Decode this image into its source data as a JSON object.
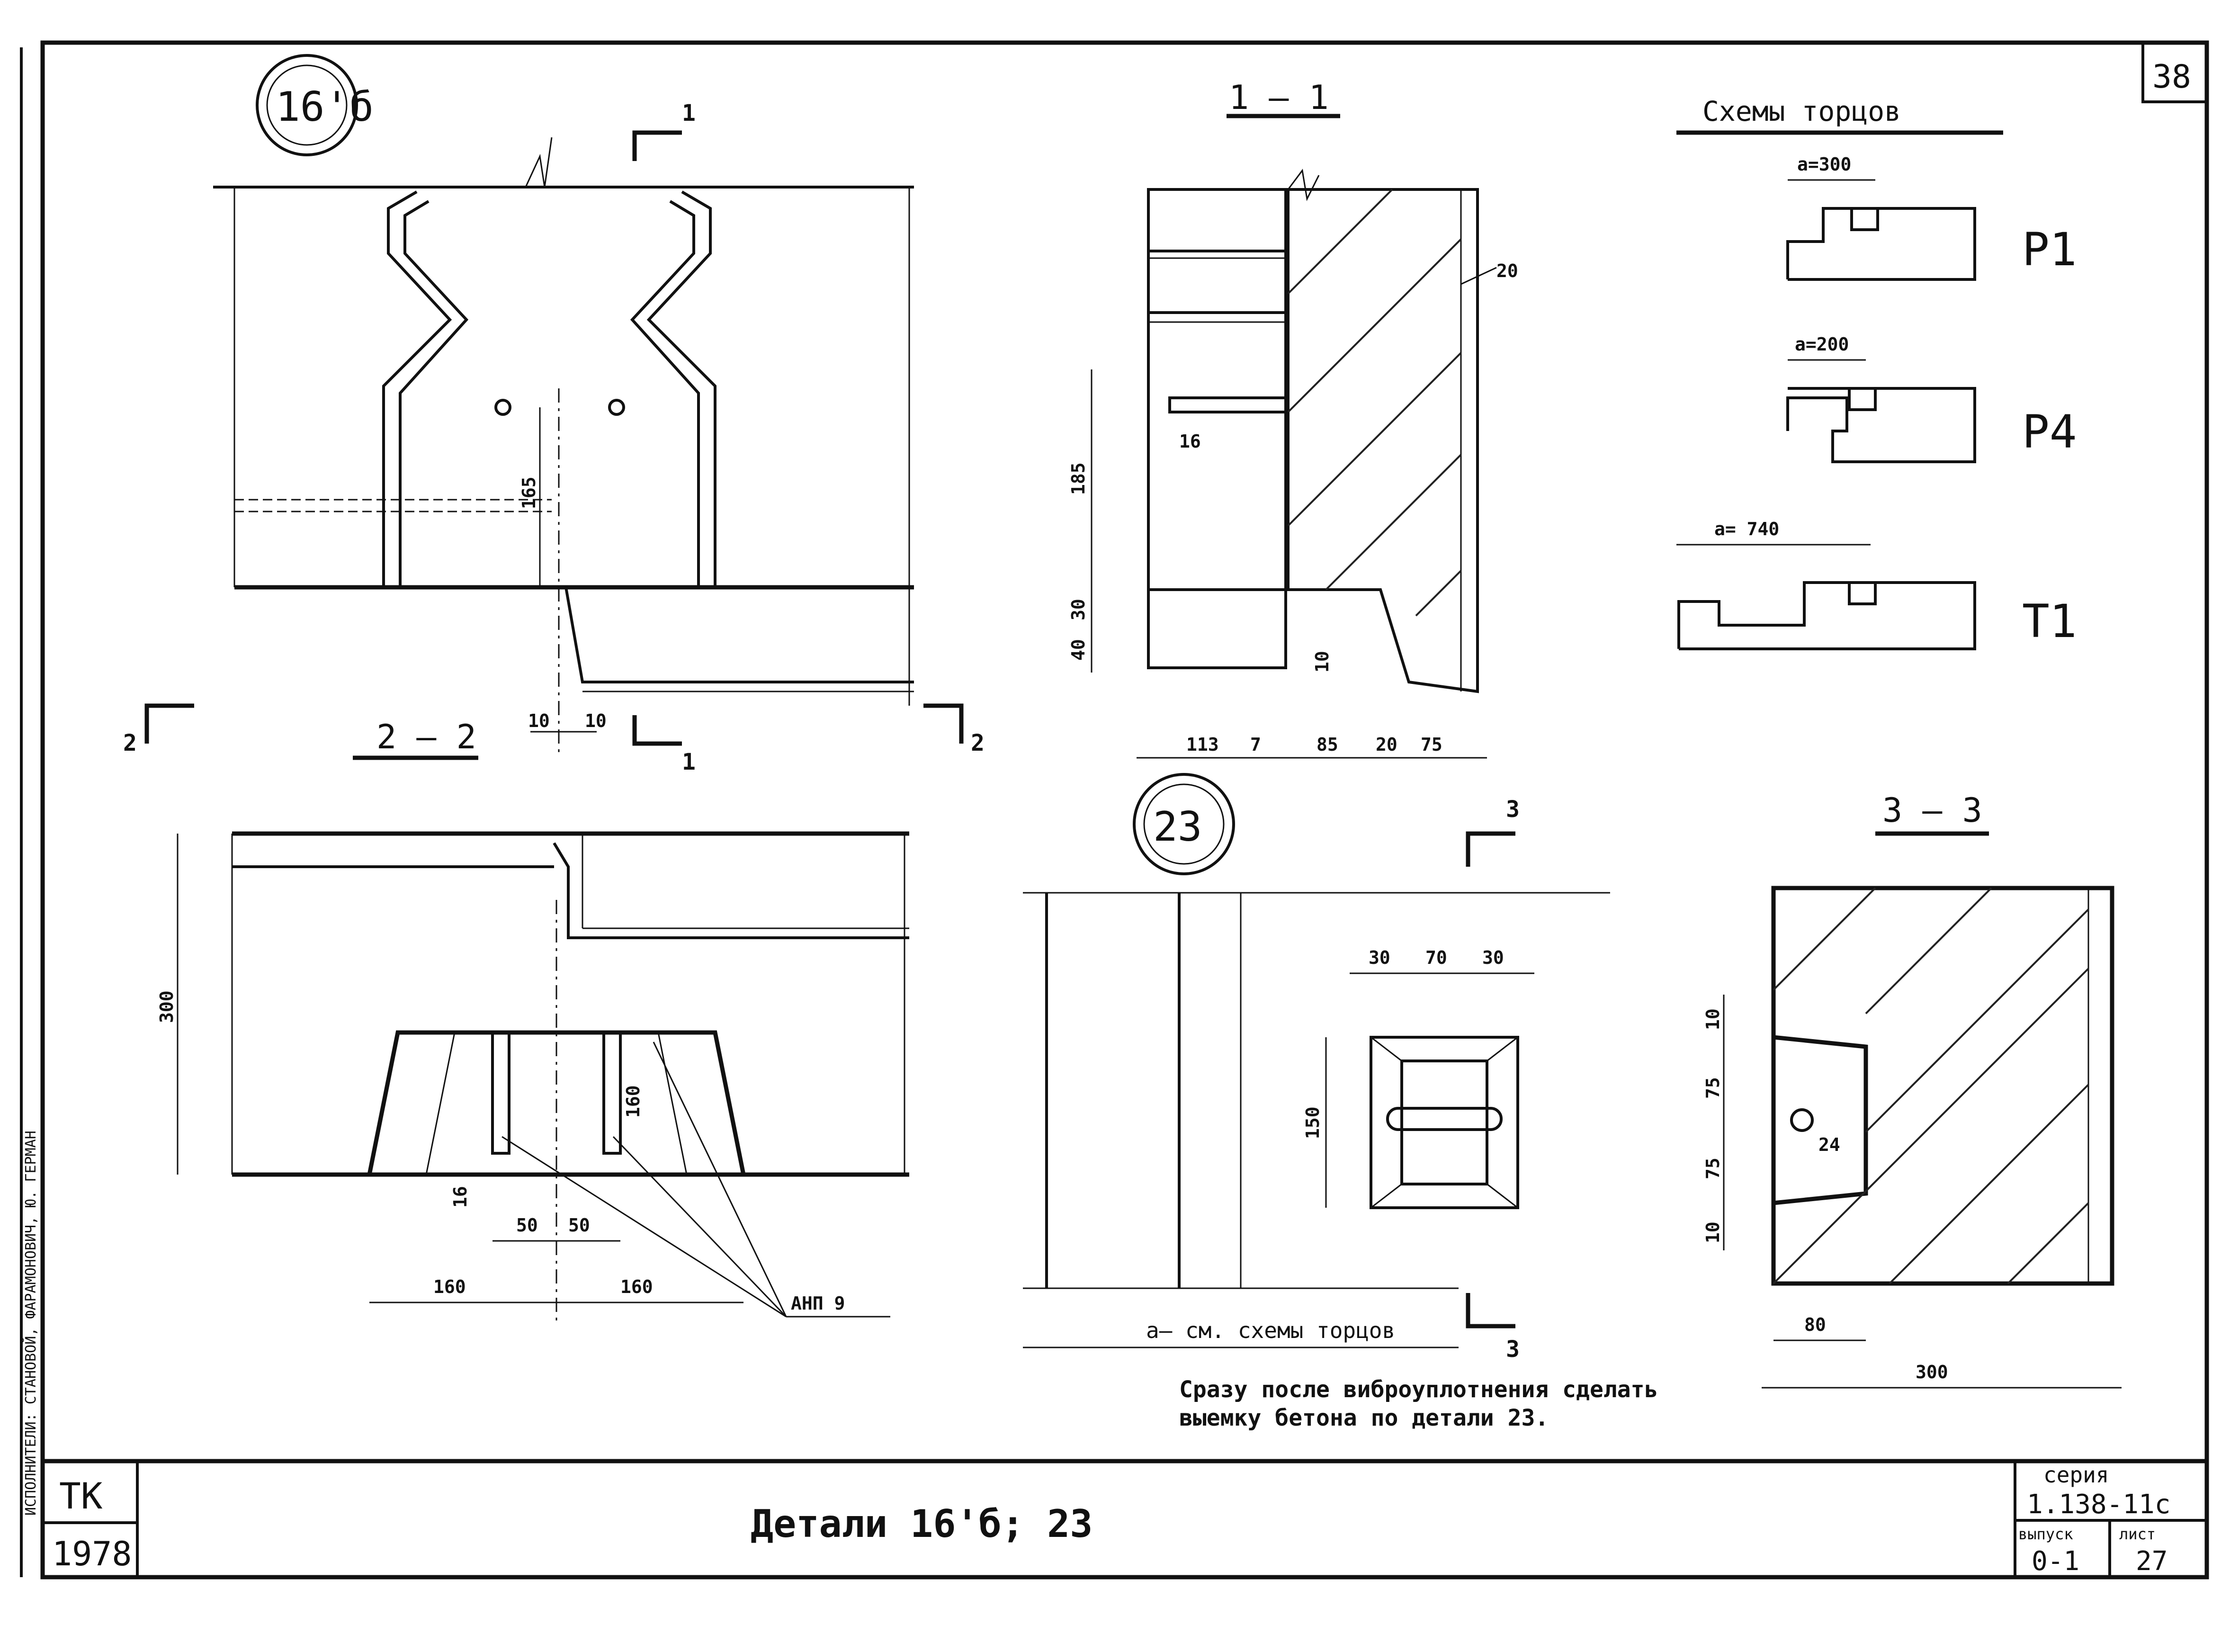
{
  "sheet": {
    "number": "38",
    "side_stamp": "ИСПОЛНИТЕЛИ: СТАНОВОЙ, ФАРАМОНОВИЧ, Ю. ГЕРМАН",
    "note": [
      "Сразу после виброуплотнения сделать",
      "выемку бетона по детали 23."
    ]
  },
  "title_block": {
    "org": "ТК",
    "year": "1978",
    "title": "Детали 16'б; 23",
    "series_label": "серия",
    "series_value": "1.138-11с",
    "issue_label": "выпуск",
    "issue_value": "0-1",
    "sheet_label": "лист",
    "sheet_value": "27"
  },
  "detail_16b": {
    "marker": "16'б",
    "section_marks": [
      "1",
      "1",
      "2",
      "2"
    ],
    "dims": [
      "165",
      "10",
      "10"
    ]
  },
  "section_1_1": {
    "title": "1 — 1",
    "dims": [
      "20",
      "16",
      "185",
      "40",
      "30",
      "10",
      "113",
      "7",
      "85",
      "20",
      "75"
    ]
  },
  "section_2_2": {
    "title": "2 — 2",
    "dims": [
      "300",
      "160",
      "16",
      "50",
      "50",
      "160",
      "160"
    ],
    "rebar": "АНП 9"
  },
  "end_schemes": {
    "title": "Схемы торцов",
    "items": [
      {
        "a": "a=300",
        "label": "Р1"
      },
      {
        "a": "a=200",
        "label": "Р4"
      },
      {
        "a": "a= 740",
        "label": "Т1"
      }
    ]
  },
  "detail_23": {
    "marker": "23",
    "section_mark": "3",
    "dims": [
      "30",
      "70",
      "30",
      "150"
    ],
    "a_note": "a— см. схемы торцов"
  },
  "section_3_3": {
    "title": "3 — 3",
    "dims": [
      "10",
      "75",
      "75",
      "10",
      "24",
      "80",
      "300"
    ]
  }
}
